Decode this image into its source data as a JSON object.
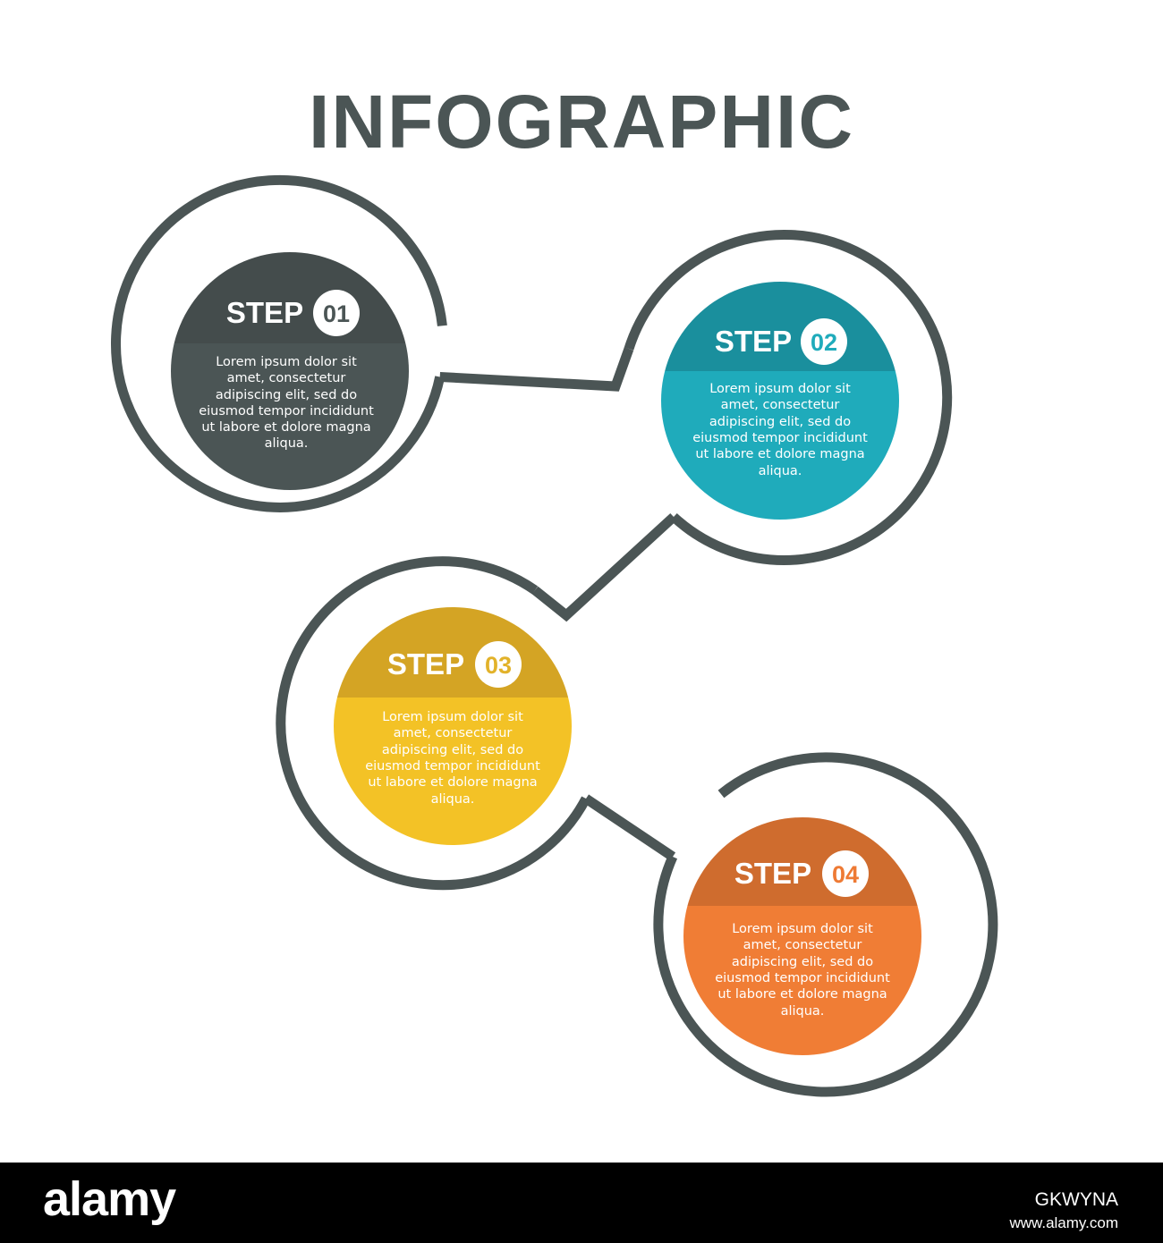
{
  "title": "INFOGRAPHIC",
  "outline_color": "#4b5555",
  "steps": [
    {
      "label": "STEP",
      "number": "01",
      "header_color": "#444c4c",
      "body_color": "#4b5555",
      "number_color": "#4b5555",
      "text_lines": [
        "Lorem ipsum dolor sit",
        "amet, consectetur",
        "adipiscing elit, sed do",
        "eiusmod tempor incididunt",
        "ut labore et dolore magna",
        "aliqua."
      ]
    },
    {
      "label": "STEP",
      "number": "02",
      "header_color": "#1a8f9d",
      "body_color": "#1fabbb",
      "number_color": "#1fabbb",
      "text_lines": [
        "Lorem ipsum dolor sit",
        "amet, consectetur",
        "adipiscing elit, sed do",
        "eiusmod tempor incididunt",
        "ut labore et dolore magna",
        "aliqua."
      ]
    },
    {
      "label": "STEP",
      "number": "03",
      "header_color": "#d4a424",
      "body_color": "#f3c226",
      "number_color": "#e2b22a",
      "text_lines": [
        "Lorem ipsum dolor sit",
        "amet, consectetur",
        "adipiscing elit, sed do",
        "eiusmod tempor incididunt",
        "ut labore et dolore magna",
        "aliqua."
      ]
    },
    {
      "label": "STEP",
      "number": "04",
      "header_color": "#cf6c2e",
      "body_color": "#f07d35",
      "number_color": "#ee7a34",
      "text_lines": [
        "Lorem ipsum dolor sit",
        "amet, consectetur",
        "adipiscing elit, sed do",
        "eiusmod tempor incididunt",
        "ut labore et dolore magna",
        "aliqua."
      ]
    }
  ],
  "footer": {
    "brand": "alamy",
    "stock_id": "GKWYNA",
    "site": "www.alamy.com"
  }
}
